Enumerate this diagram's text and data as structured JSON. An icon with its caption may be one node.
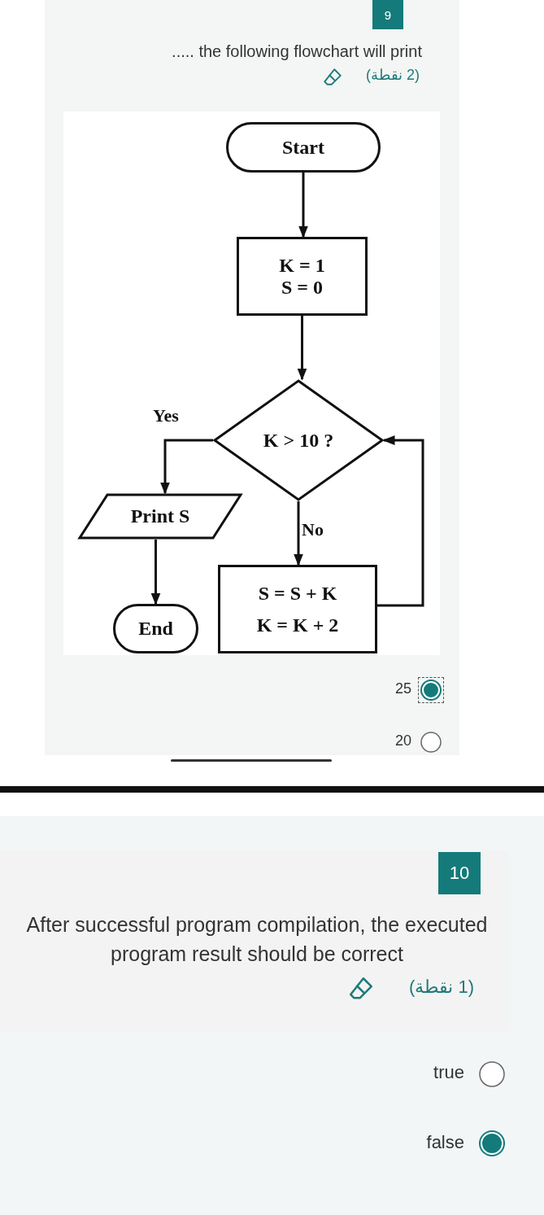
{
  "diagram": {
    "nodes": [
      {
        "text": [
          "Start"
        ]
      },
      {
        "text": [
          "K = 1 S = 0"
        ]
      },
      {
        "text": [
          "K > 10 ?"
        ]
      },
      {
        "text": [
          "Print S"
        ]
      },
      {
        "text": [
          "S = S + K K = K + 2"
        ]
      },
      {
        "text": [
          "End"
        ]
      }
    ],
    "edges": [
      {
        "from": 0,
        "to": 1,
        "arrow": "to"
      },
      {
        "from": 1,
        "to": 2,
        "arrow": "to"
      },
      {
        "from": 2,
        "to": 3,
        "arrow": "to",
        "label": "Yes"
      },
      {
        "from": 2,
        "to": 4,
        "arrow": "to",
        "label": "No"
      },
      {
        "from": 4,
        "to": 2,
        "arrow": "to"
      },
      {
        "from": 3,
        "to": 5,
        "arrow": "to"
      }
    ],
    "labels": [
      "9",
      "..... the following flowchart will print",
      "(2 نقطة)",
      "25",
      "20",
      "10",
      "After successful program compilation, the executed program result  should be correct",
      "(1 نقطة)",
      "true",
      "false"
    ]
  }
}
